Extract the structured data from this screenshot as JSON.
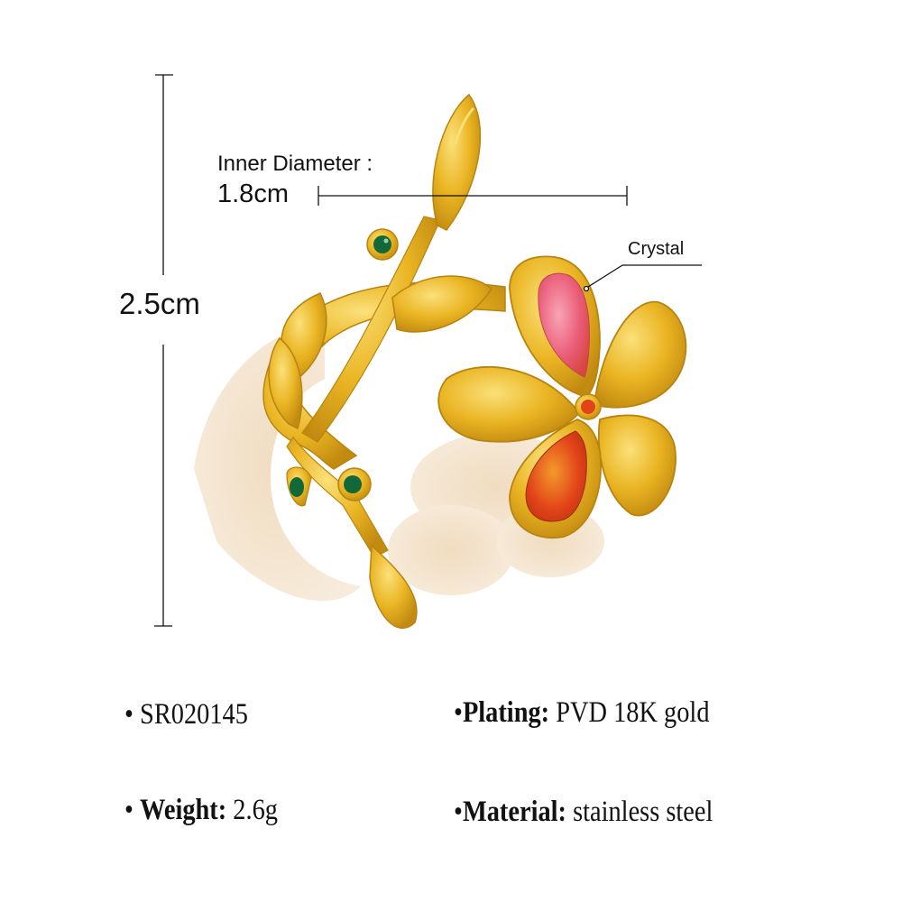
{
  "image": {
    "subject": "gold open ring with leaf vine and crystal flower",
    "background": "#ffffff"
  },
  "dimensions": {
    "height": {
      "label": "2.5cm"
    },
    "inner_diameter": {
      "label": "Inner Diameter :",
      "value": "1.8cm"
    }
  },
  "callout": {
    "label": "Crystal"
  },
  "specs": {
    "sku": {
      "bullet": "•",
      "value": "SR020145"
    },
    "plating": {
      "bullet": "•",
      "key": "Plating:",
      "value": "PVD 18K gold"
    },
    "weight": {
      "bullet": "•",
      "key": "Weight:",
      "value": "2.6g"
    },
    "material": {
      "bullet": "•",
      "key": "Material:",
      "value": "stainless steel"
    }
  },
  "colors": {
    "gold": "#e8b21c",
    "gold_light": "#f6d25a",
    "gold_dark": "#b88410",
    "shadow": "#efe0c6",
    "pink_crystal": "#ec5c7a",
    "orange_crystal": "#e2441a",
    "green_stone": "#13683a",
    "line": "#111111"
  }
}
